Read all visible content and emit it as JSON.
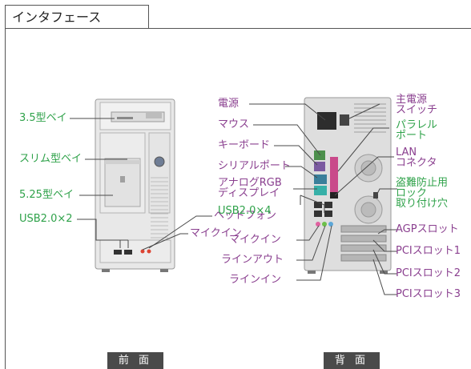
{
  "header": {
    "title": "インタフェース"
  },
  "footer": {
    "front": "前 面",
    "rear": "背 面"
  },
  "front_labels": {
    "bay35": "3.5型ベイ",
    "slim": "スリム型ベイ",
    "bay525": "5.25型ベイ",
    "usb": "USB2.0×2",
    "headphone": "ヘッドフォン",
    "mic": "マイクイン"
  },
  "rear_labels": {
    "power": "電源",
    "mouse": "マウス",
    "keyboard": "キーボード",
    "serial": "シリアルポート",
    "analog1": "アナログRGB",
    "analog2": "ディスプレイ",
    "usb4": "USB2.0×4",
    "mic": "マイクイン",
    "lineout": "ラインアウト",
    "linein": "ラインイン",
    "mainpower1": "主電源",
    "mainpower2": "スイッチ",
    "parallel1": "パラレル",
    "parallel2": "ポート",
    "lan1": "LAN",
    "lan2": "コネクタ",
    "lock1": "盗難防止用",
    "lock2": "ロック",
    "lock3": "取り付け穴",
    "agp": "AGPスロット",
    "pci1": "PCIスロット1",
    "pci2": "PCIスロット2",
    "pci3": "PCIスロット3"
  },
  "colors": {
    "green": "#2fa24a",
    "purple": "#8a3f8f",
    "line": "#4a4a4a"
  }
}
